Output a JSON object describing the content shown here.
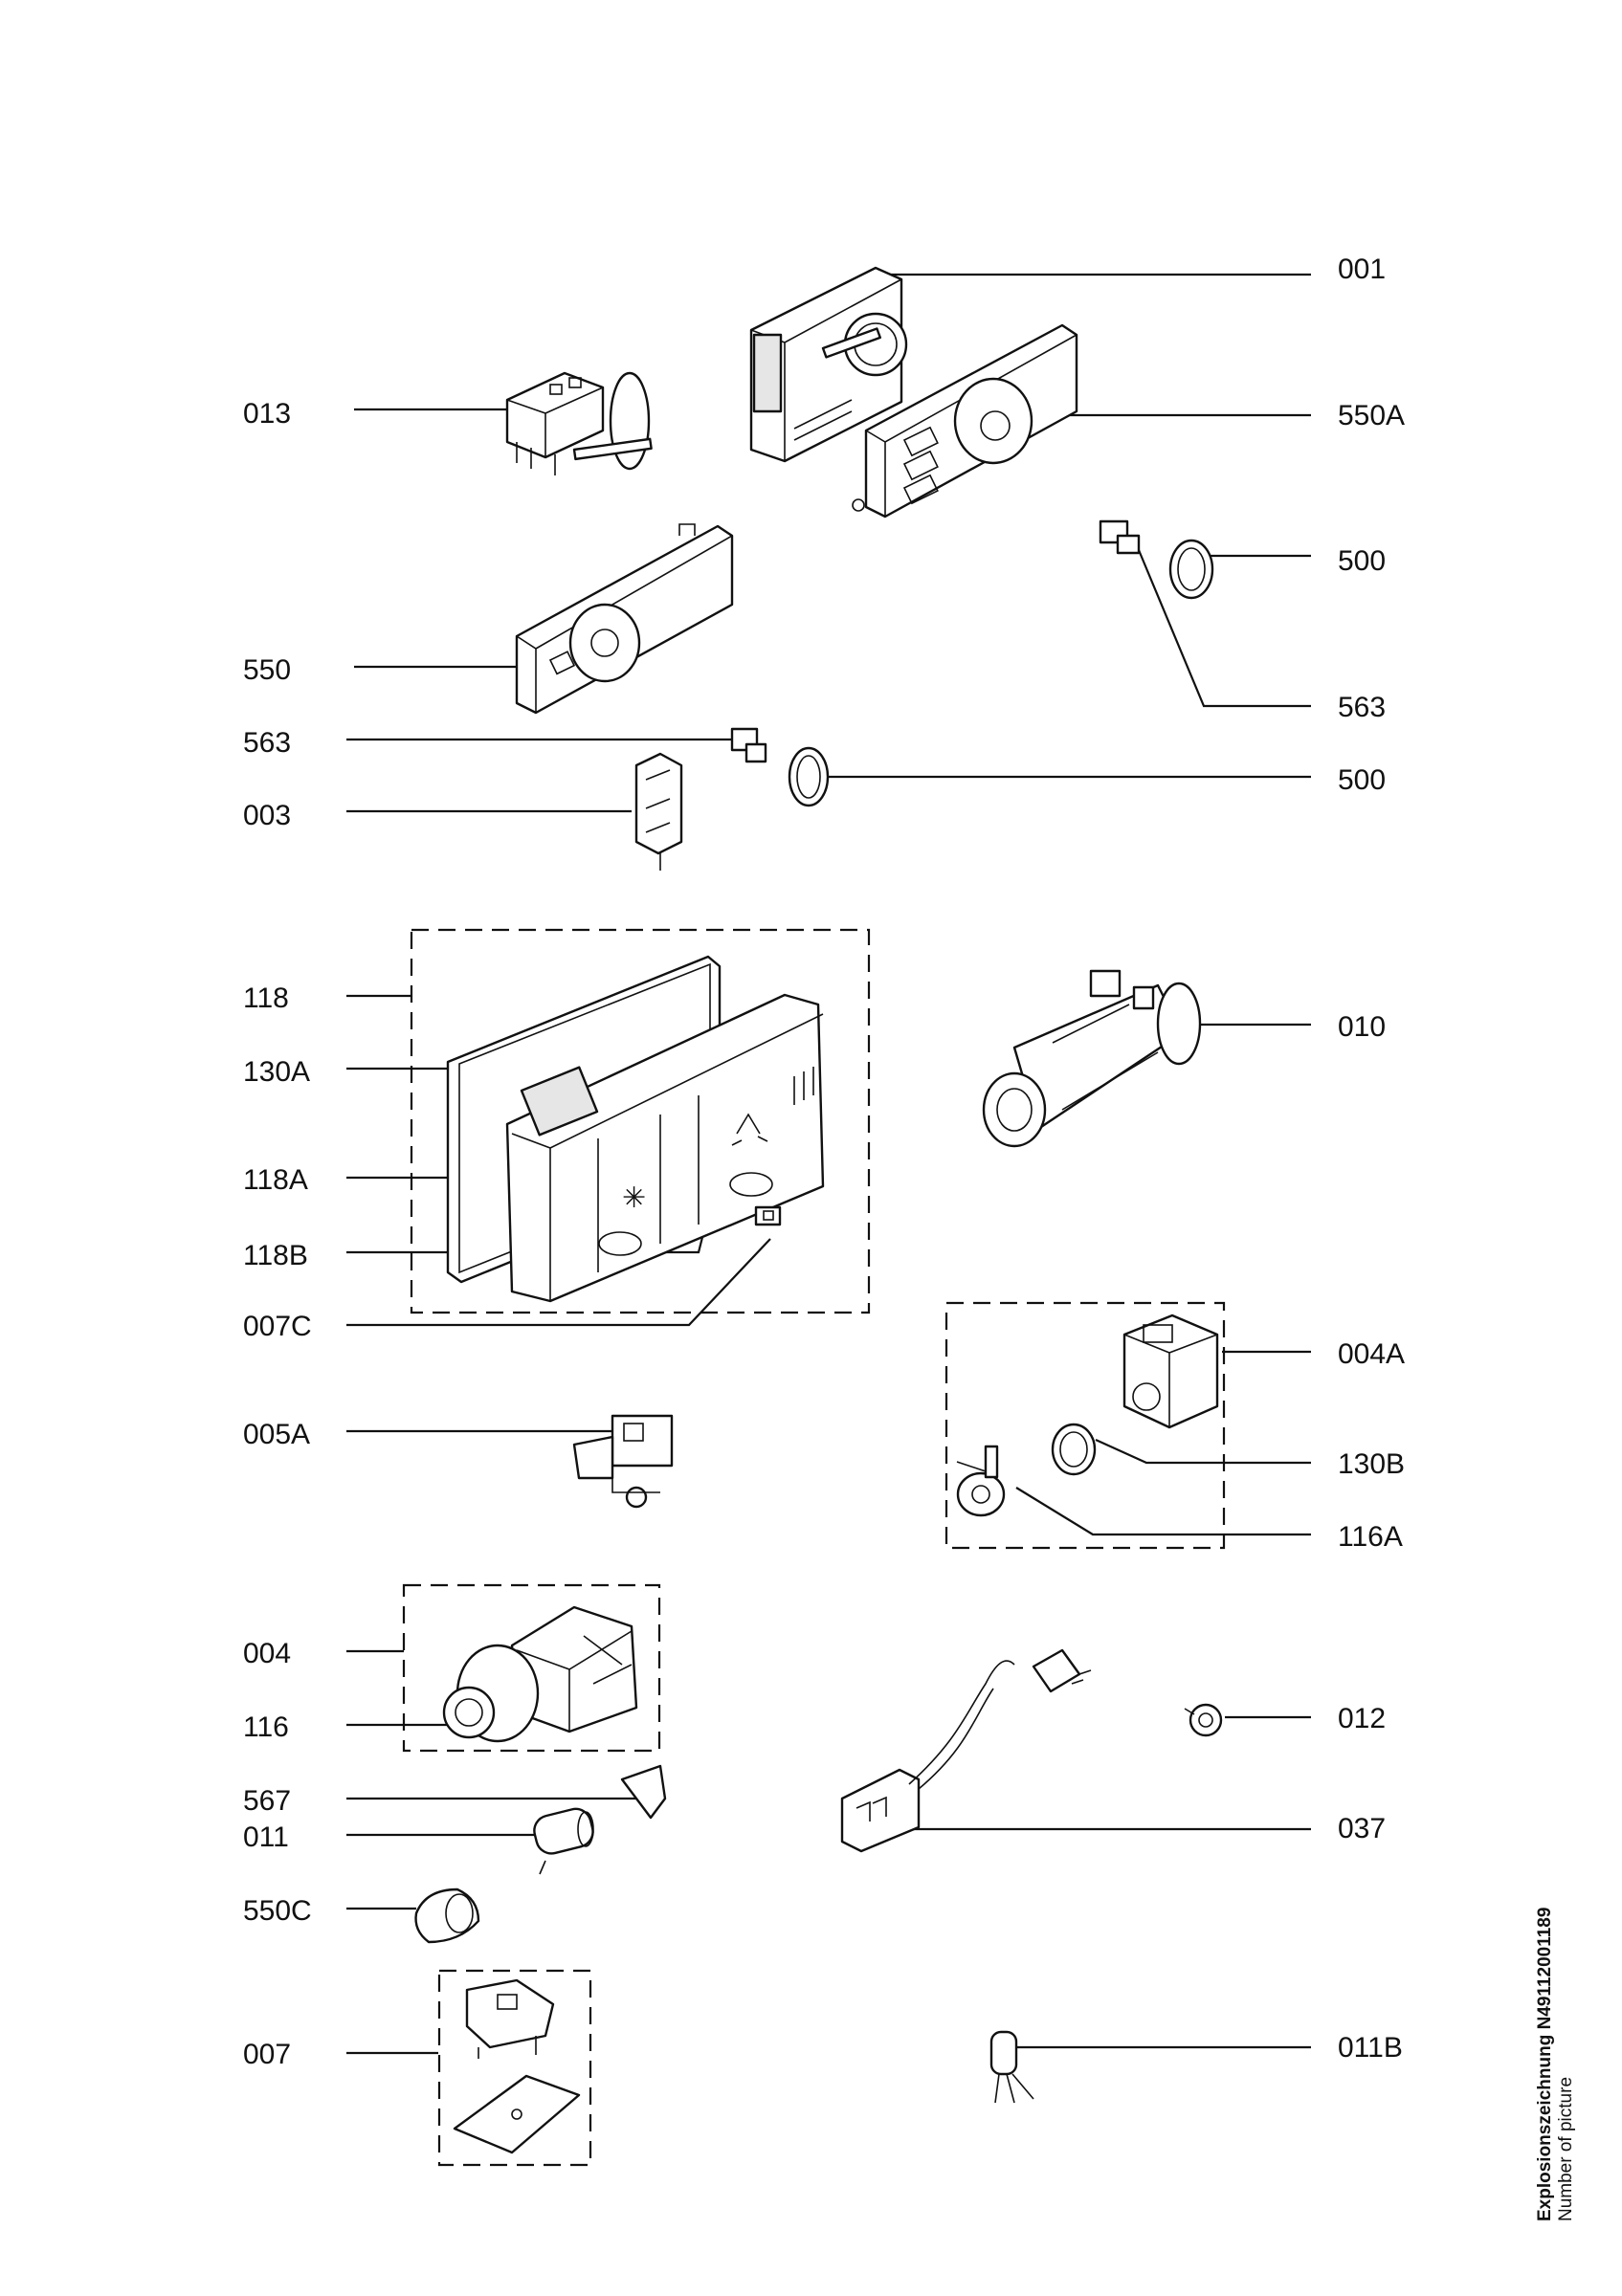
{
  "callouts_left": [
    "013",
    "550",
    "563",
    "003",
    "118",
    "130A",
    "118A",
    "118B",
    "007C",
    "005A",
    "004",
    "116",
    "567",
    "011",
    "550C",
    "007"
  ],
  "callouts_right": [
    "001",
    "550A",
    "500",
    "563",
    "500",
    "010",
    "004A",
    "130B",
    "116A",
    "012",
    "037",
    "011B"
  ],
  "side_text": {
    "line1": "Explosionszeichnung N49112001189",
    "line2": "Number of picture"
  }
}
